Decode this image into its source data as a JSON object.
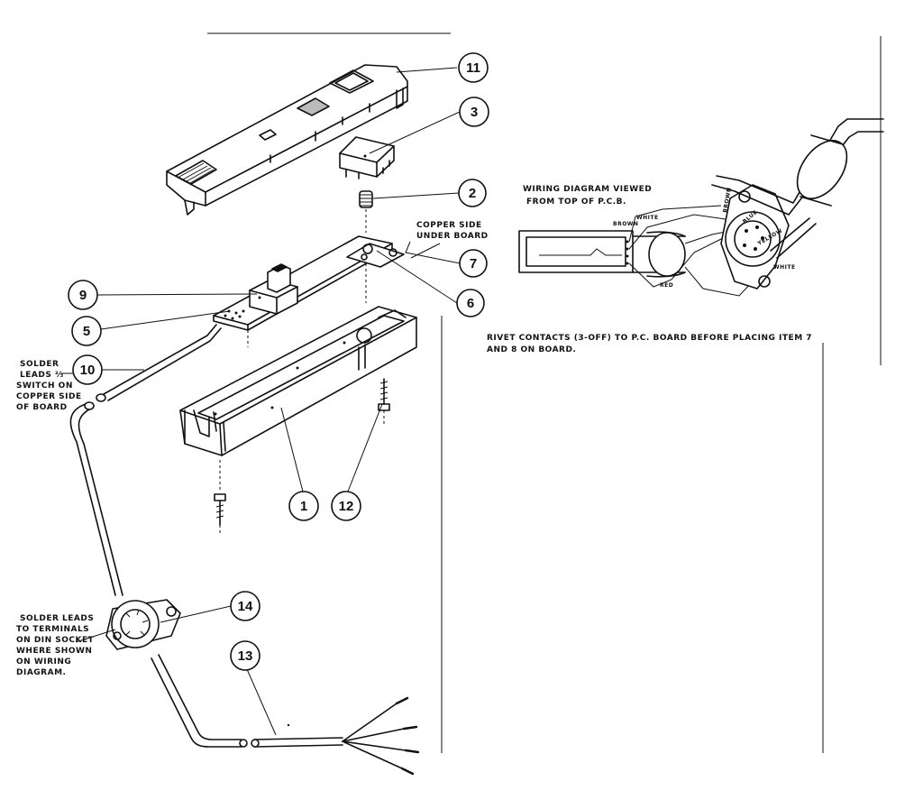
{
  "notes": {
    "solder_switch": [
      "SOLDER",
      "LEADS ⅔",
      "SWITCH ON",
      "COPPER SIDE",
      "OF BOARD"
    ],
    "copper_side": [
      "COPPER SIDE",
      "UNDER BOARD"
    ],
    "rivet": [
      "RIVET CONTACTS (3-OFF) TO P.C. BOARD BEFORE PLACING ITEM 7",
      "AND 8 ON BOARD."
    ],
    "solder_din": [
      "SOLDER LEADS",
      "TO TERMINALS",
      "ON DIN SOCKET",
      "WHERE SHOWN",
      "ON WIRING",
      "DIAGRAM."
    ],
    "wiring_title": [
      "WIRING DIAGRAM VIEWED",
      "FROM TOP OF P.C.B."
    ]
  },
  "wire_labels": {
    "white": "WHITE",
    "brown_left": "BROWN",
    "red": "RED",
    "brown_right": "BROWN",
    "blue": "BLUE",
    "yellow": "YELLOW",
    "white_right": "WHITE"
  },
  "callouts": {
    "c1": "1",
    "c2": "2",
    "c3": "3",
    "c5": "5",
    "c6": "6",
    "c7": "7",
    "c9": "9",
    "c10": "10",
    "c11": "11",
    "c12": "12",
    "c13": "13",
    "c14": "14"
  }
}
